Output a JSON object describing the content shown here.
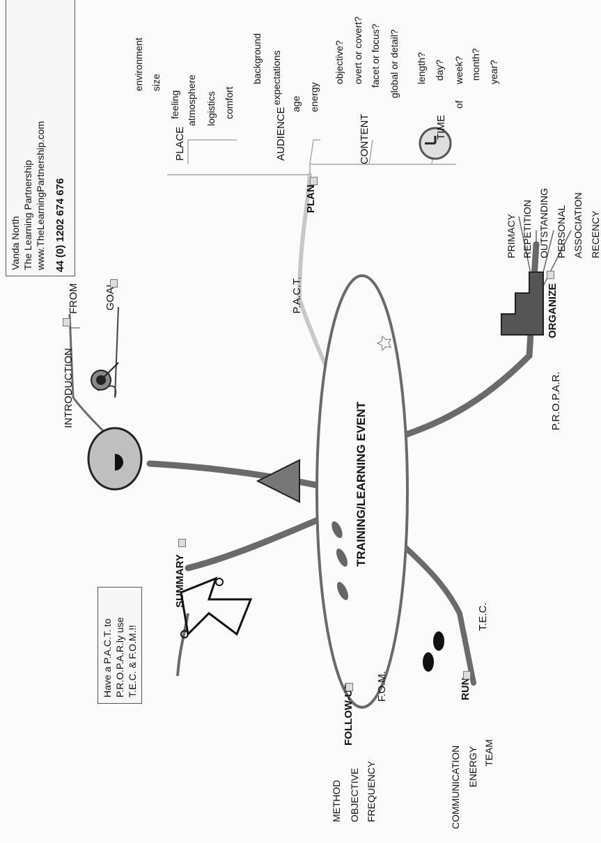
{
  "center": "TRAINING/LEARNING EVENT",
  "intro": {
    "label": "INTRODUCTION",
    "from_label": "FROM",
    "goal_label": "GOAL",
    "contact": {
      "name": "Vanda North",
      "org": "The Learning Partnership",
      "web": "www.TheLearningPartnership.com",
      "phone": "44 (0) 1202 674 676"
    }
  },
  "plan": {
    "label": "PLAN",
    "pact": "P.A.C.T.",
    "place": {
      "label": "PLACE",
      "items": [
        "environment",
        "size",
        "feeling",
        "atmosphere",
        "logistics",
        "comfort"
      ]
    },
    "audience": {
      "label": "AUDIENCE",
      "items": [
        "background",
        "expectations",
        "age",
        "energy"
      ]
    },
    "content": {
      "label": "CONTENT",
      "items": [
        "objective?",
        "overt or covert?",
        "facet or focus?",
        "global or detail?"
      ]
    },
    "time": {
      "label": "TIME",
      "length": "length?",
      "of": "of",
      "items": [
        "day?",
        "week?",
        "month?",
        "year?"
      ]
    }
  },
  "organize": {
    "label": "ORGANIZE",
    "tag": "P.R.O.P.A.R.",
    "items": [
      "PRIMACY",
      "REPETITION",
      "OUTSTANDING",
      "PERSONAL",
      "ASSOCIATION",
      "RECENCY"
    ]
  },
  "run": {
    "label": "RUN",
    "tag": "T.E.C.",
    "items": [
      "COMMUNICATION",
      "ENERGY",
      "TEAM"
    ]
  },
  "follow_up": {
    "label": "FOLLOW-UP",
    "tag": "F.O.M.",
    "items": [
      "METHOD",
      "OBJECTIVE",
      "FREQUENCY"
    ]
  },
  "summary": {
    "label": "SUMMARY",
    "note": [
      "Have a P.A.C.T. to",
      "P.R.O.P.A.R.ly use",
      "T.E.C. & F.O.M.!!"
    ]
  },
  "colors": {
    "branch": "#6a6a6a",
    "plan_branch": "#c8c8c8",
    "ink": "#111111"
  }
}
